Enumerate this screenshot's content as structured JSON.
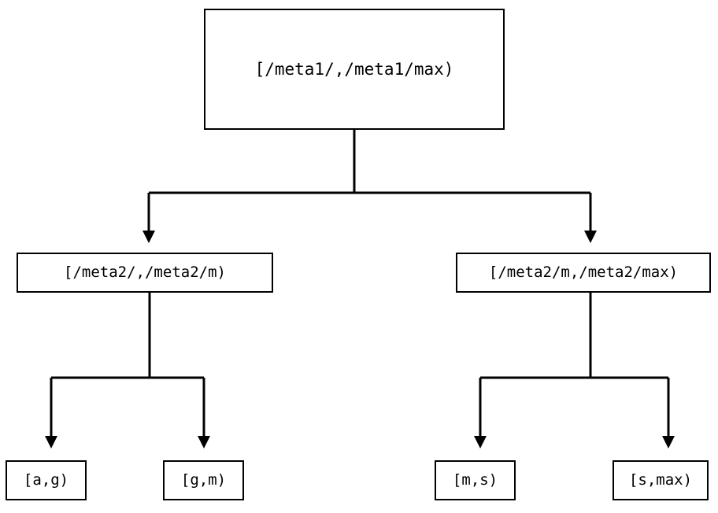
{
  "diagram": {
    "type": "binary-range-partition-tree",
    "orientation": "top-down",
    "background_color": "#ffffff",
    "line_color": "#000000",
    "text_color": "#000000",
    "nodes": {
      "root": {
        "label": "[/meta1/,/meta1/max)",
        "level": 0
      },
      "left": {
        "label": "[/meta2/,/meta2/m)",
        "level": 1
      },
      "right": {
        "label": "[/meta2/m,/meta2/max)",
        "level": 1
      },
      "left_left": {
        "label": "[a,g)",
        "level": 2
      },
      "left_right": {
        "label": "[g,m)",
        "level": 2
      },
      "right_left": {
        "label": "[m,s)",
        "level": 2
      },
      "right_right": {
        "label": "[s,max)",
        "level": 2
      }
    },
    "edges": [
      {
        "from": "root",
        "to": "left",
        "arrow": "down-triangle"
      },
      {
        "from": "root",
        "to": "right",
        "arrow": "down-triangle"
      },
      {
        "from": "left",
        "to": "left_left",
        "arrow": "down-triangle"
      },
      {
        "from": "left",
        "to": "left_right",
        "arrow": "down-triangle"
      },
      {
        "from": "right",
        "to": "right_left",
        "arrow": "down-triangle"
      },
      {
        "from": "right",
        "to": "right_right",
        "arrow": "down-triangle"
      }
    ]
  }
}
